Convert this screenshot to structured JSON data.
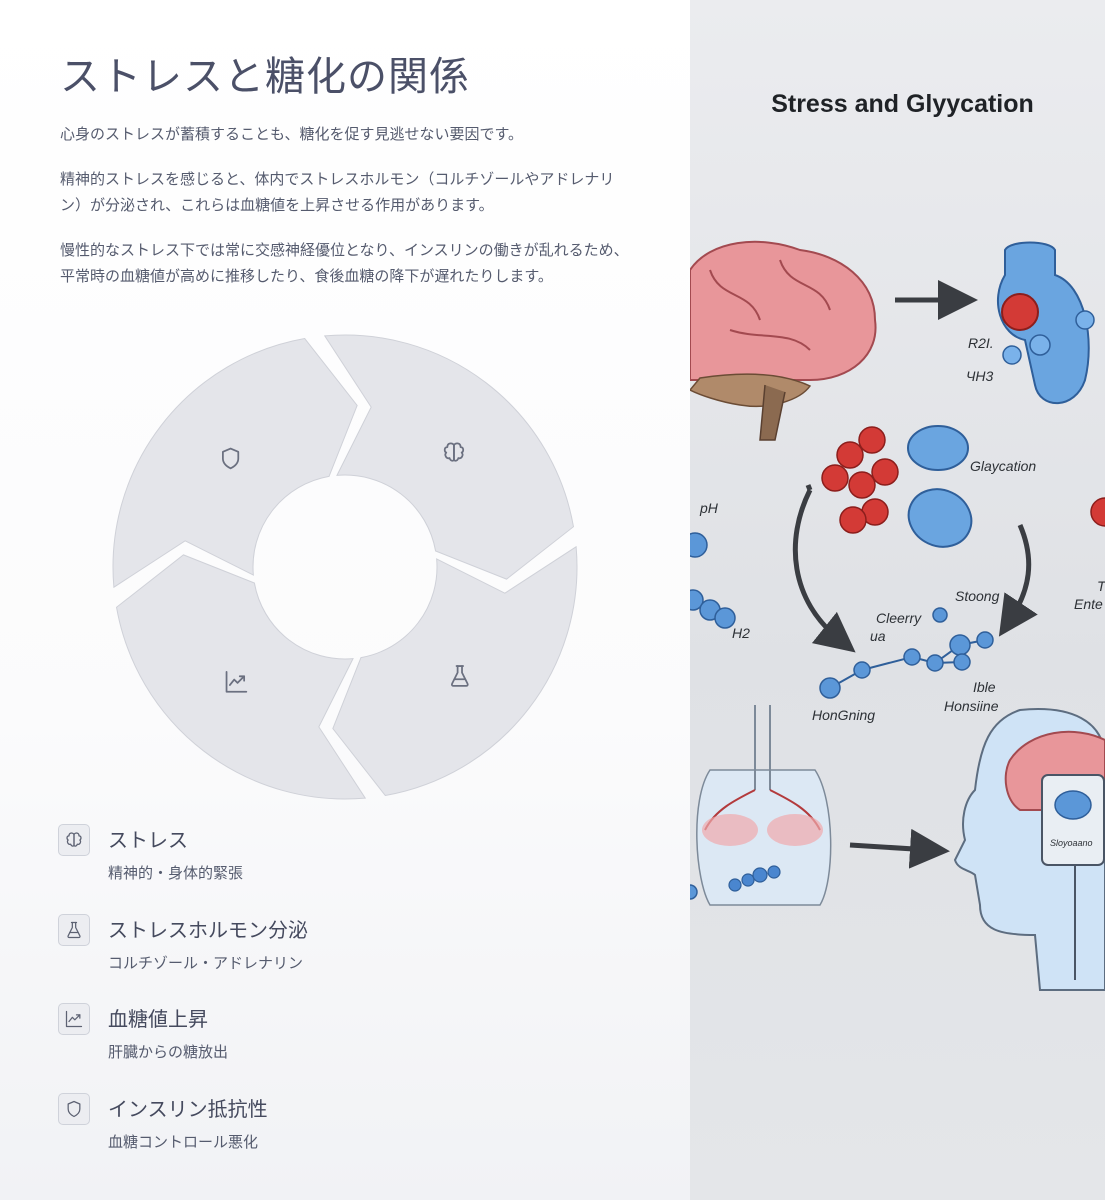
{
  "title": "ストレスと糖化の関係",
  "paragraphs": [
    "心身のストレスが蓄積することも、糖化を促す見逃せない要因です。",
    "精神的ストレスを感じると、体内でストレスホルモン（コルチゾールやアドレナリン）が分泌され、これらは血糖値を上昇させる作用があります。",
    "慢性的なストレス下では常に交感神経優位となり、インスリンの働きが乱れるため、平常時の血糖値が高めに推移したり、食後血糖の降下が遅れたりします。"
  ],
  "cycle": {
    "segments": [
      {
        "icon": "brain-icon"
      },
      {
        "icon": "flask-icon"
      },
      {
        "icon": "chart-up-icon"
      },
      {
        "icon": "shield-icon"
      }
    ]
  },
  "legend": [
    {
      "icon": "brain-icon",
      "title": "ストレス",
      "desc": "精神的・身体的緊張"
    },
    {
      "icon": "flask-icon",
      "title": "ストレスホルモン分泌",
      "desc": "コルチゾール・アドレナリン"
    },
    {
      "icon": "chart-up-icon",
      "title": "血糖値上昇",
      "desc": "肝臓からの糖放出"
    },
    {
      "icon": "shield-icon",
      "title": "インスリン抵抗性",
      "desc": "血糖コントロール悪化"
    }
  ],
  "illustration": {
    "title": "Stress and Glyycation",
    "labels": [
      "R2I.",
      "ЧН3",
      "Glaycation",
      "pH",
      "H2",
      "Stoong",
      "Cleerry",
      "ua",
      "HonGning",
      "Honsiine",
      "Ible",
      "T",
      "Ente",
      "Sloyoaano"
    ]
  }
}
